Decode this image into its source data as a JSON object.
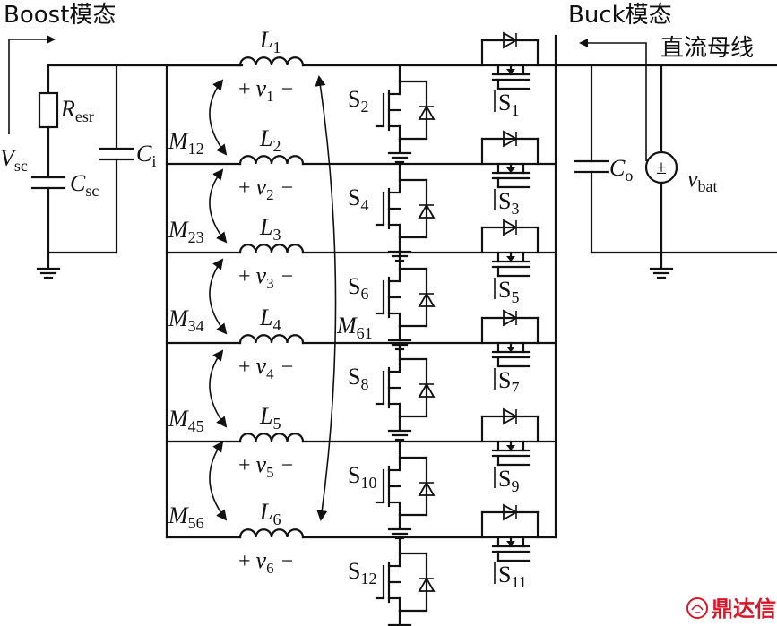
{
  "modes": {
    "boost": "Boost模态",
    "buck": "Buck模态",
    "dc_bus": "直流母线"
  },
  "source": {
    "v_sc": {
      "sym": "V",
      "sub": "sc"
    },
    "r_esr": {
      "sym": "R",
      "sub": "esr"
    },
    "c_sc": {
      "sym": "C",
      "sub": "sc"
    },
    "c_i": {
      "sym": "C",
      "sub": "i"
    }
  },
  "output": {
    "c_o": {
      "sym": "C",
      "sub": "o"
    },
    "v_bat": {
      "sym": "v",
      "sub": "bat"
    },
    "polarity": "±"
  },
  "phases": [
    {
      "L": "L",
      "n": "1",
      "volt_sym": "v",
      "plus": "+",
      "minus": "−",
      "low": {
        "sym": "S",
        "sub": "2"
      },
      "high": {
        "sym": "S",
        "sub": "1"
      }
    },
    {
      "L": "L",
      "n": "2",
      "volt_sym": "v",
      "plus": "+",
      "minus": "−",
      "low": {
        "sym": "S",
        "sub": "4"
      },
      "high": {
        "sym": "S",
        "sub": "3"
      }
    },
    {
      "L": "L",
      "n": "3",
      "volt_sym": "v",
      "plus": "+",
      "minus": "−",
      "low": {
        "sym": "S",
        "sub": "6"
      },
      "high": {
        "sym": "S",
        "sub": "5"
      }
    },
    {
      "L": "L",
      "n": "4",
      "volt_sym": "v",
      "plus": "+",
      "minus": "−",
      "low": {
        "sym": "S",
        "sub": "8"
      },
      "high": {
        "sym": "S",
        "sub": "7"
      }
    },
    {
      "L": "L",
      "n": "5",
      "volt_sym": "v",
      "plus": "+",
      "minus": "−",
      "low": {
        "sym": "S",
        "sub": "10"
      },
      "high": {
        "sym": "S",
        "sub": "9"
      }
    },
    {
      "L": "L",
      "n": "6",
      "volt_sym": "v",
      "plus": "+",
      "minus": "−",
      "low": {
        "sym": "S",
        "sub": "12"
      },
      "high": {
        "sym": "S",
        "sub": "11"
      }
    }
  ],
  "mutuals": [
    {
      "sym": "M",
      "sub": "12"
    },
    {
      "sym": "M",
      "sub": "23"
    },
    {
      "sym": "M",
      "sub": "34"
    },
    {
      "sym": "M",
      "sub": "45"
    },
    {
      "sym": "M",
      "sub": "56"
    },
    {
      "sym": "M",
      "sub": "61"
    }
  ],
  "watermark": "鼎达信"
}
